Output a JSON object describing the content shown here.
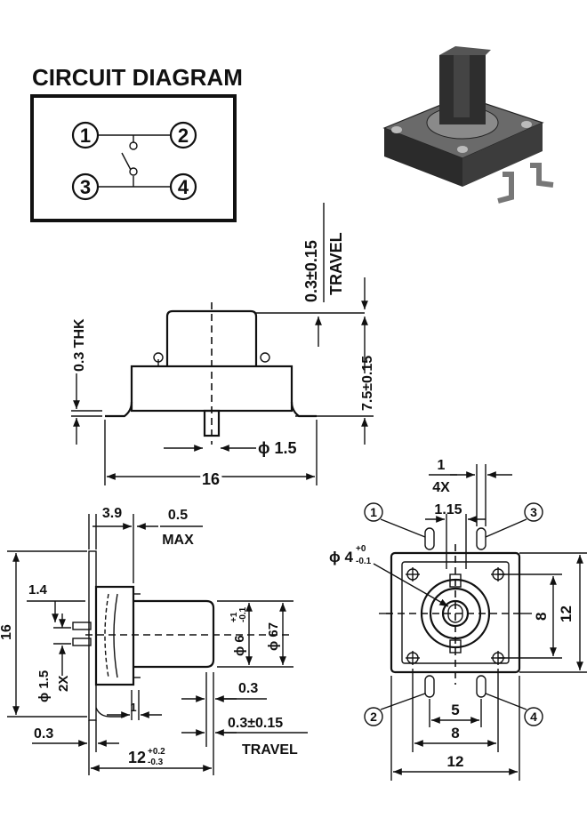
{
  "circuit": {
    "title": "CIRCUIT DIAGRAM",
    "pins": [
      "1",
      "2",
      "3",
      "4"
    ]
  },
  "side_view": {
    "travel_value": "0.3±0.15",
    "travel_label": "TRAVEL",
    "thk_label": "0.3 THK",
    "height": "7.5±0.15",
    "pin_dia": "ϕ 1.5",
    "width": "16"
  },
  "left_view": {
    "dim_3_9": "3.9",
    "dim_0_5": "0.5",
    "max_label": "MAX",
    "dim_1_4": "1.4",
    "dim_16": "16",
    "dia_1_5": "ϕ 1.5",
    "qty_2x": "2X",
    "dia_6": "ϕ 6",
    "dia_6_tol_plus": "+1",
    "dia_6_tol_minus": "-0.1",
    "dia_67": "ϕ 67",
    "dim_0_3_a": "0.3",
    "dim_0_3_b": "0.3",
    "travel_value": "0.3±0.15",
    "travel_label": "TRAVEL",
    "dim_12": "12",
    "dim_12_tol_plus": "+0.2",
    "dim_12_tol_minus": "-0.3"
  },
  "top_view": {
    "dim_1": "1",
    "qty_4x": "4X",
    "dim_1_15": "1.15",
    "dia_4": "ϕ 4",
    "dia_4_tol_plus": "+0",
    "dia_4_tol_minus": "-0.1",
    "dim_8_v": "8",
    "dim_12_v": "12",
    "dim_5": "5",
    "dim_8_h": "8",
    "dim_12_h": "12",
    "pins": [
      "1",
      "2",
      "3",
      "4"
    ]
  }
}
